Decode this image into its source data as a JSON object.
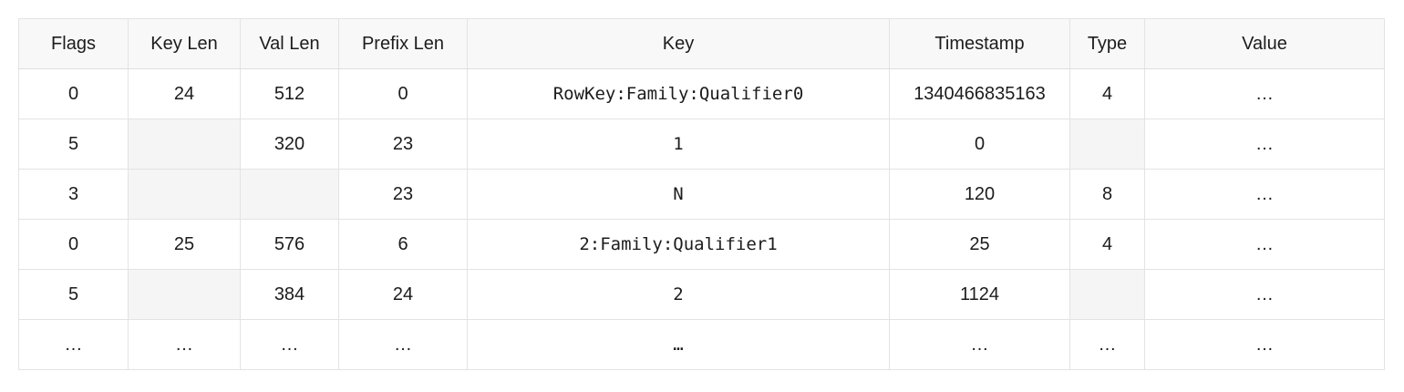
{
  "table": {
    "columns": [
      {
        "key": "flags",
        "label": "Flags",
        "mono": false
      },
      {
        "key": "key_len",
        "label": "Key Len",
        "mono": false
      },
      {
        "key": "val_len",
        "label": "Val Len",
        "mono": false
      },
      {
        "key": "prefix_len",
        "label": "Prefix Len",
        "mono": false
      },
      {
        "key": "key",
        "label": "Key",
        "mono": true
      },
      {
        "key": "timestamp",
        "label": "Timestamp",
        "mono": false
      },
      {
        "key": "type",
        "label": "Type",
        "mono": false
      },
      {
        "key": "value",
        "label": "Value",
        "mono": false
      }
    ],
    "rows": [
      {
        "flags": "0",
        "key_len": "24",
        "val_len": "512",
        "prefix_len": "0",
        "key": "RowKey:Family:Qualifier0",
        "timestamp": "1340466835163",
        "type": "4",
        "value": "…"
      },
      {
        "flags": "5",
        "key_len": "",
        "val_len": "320",
        "prefix_len": "23",
        "key": "1",
        "timestamp": "0",
        "type": "",
        "value": "…"
      },
      {
        "flags": "3",
        "key_len": "",
        "val_len": "",
        "prefix_len": "23",
        "key": "N",
        "timestamp": "120",
        "type": "8",
        "value": "…"
      },
      {
        "flags": "0",
        "key_len": "25",
        "val_len": "576",
        "prefix_len": "6",
        "key": "2:Family:Qualifier1",
        "timestamp": "25",
        "type": "4",
        "value": "…"
      },
      {
        "flags": "5",
        "key_len": "",
        "val_len": "384",
        "prefix_len": "24",
        "key": "2",
        "timestamp": "1124",
        "type": "",
        "value": "…"
      },
      {
        "flags": "…",
        "key_len": "…",
        "val_len": "…",
        "prefix_len": "…",
        "key": "…",
        "timestamp": "…",
        "type": "…",
        "value": "…"
      }
    ],
    "colors": {
      "header_background": "#f8f8f8",
      "cell_background": "#ffffff",
      "empty_cell_background": "#f5f5f5",
      "border": "#e3e3e3",
      "text": "#1c1c1c"
    }
  }
}
